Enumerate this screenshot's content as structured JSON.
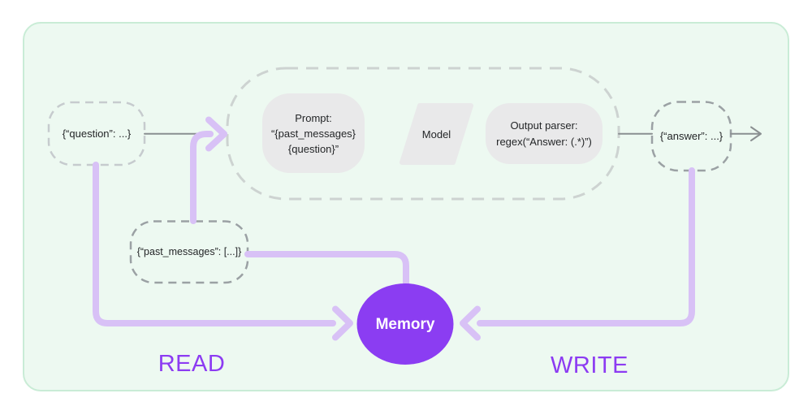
{
  "colors": {
    "canvas_bg": "#ffffff",
    "card_bg": "#edf9f1",
    "card_border": "#c9ecd6",
    "node_fill": "#e9e9ea",
    "dashed_light": "#cdd3d1",
    "dashed_question": "#c6cbce",
    "dashed_dark": "#9ba1a4",
    "gray_line": "#8a8f91",
    "purple_line": "#d8c1f6",
    "memory_fill": "#8b3df2",
    "label_purple": "#8c3bf2",
    "text_dark": "#242628",
    "memory_text": "#ffffff"
  },
  "nodes": {
    "question": {
      "label": "{“question”: ...}"
    },
    "past_messages": {
      "label": "{“past_messages”: [...]}"
    },
    "answer": {
      "label": "{“answer”: ...}"
    },
    "prompt": {
      "lines": [
        "Prompt:",
        "“{past_messages}",
        "{question}”"
      ]
    },
    "model": {
      "label": "Model"
    },
    "output_parser": {
      "lines": [
        "Output parser:",
        "regex(“Answer: (.*)”)"
      ]
    },
    "memory": {
      "label": "Memory"
    }
  },
  "annotations": {
    "read": "READ",
    "write": "WRITE"
  }
}
